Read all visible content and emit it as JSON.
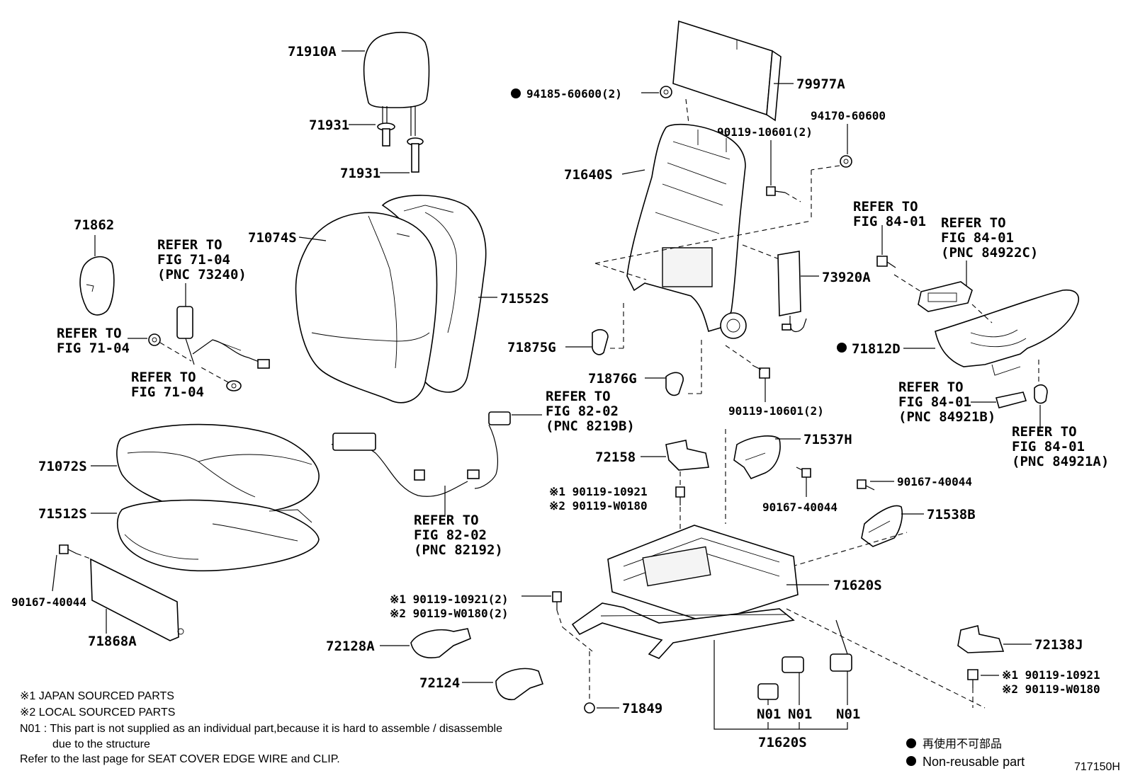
{
  "diagram_id": "717150H",
  "labels": {
    "p71910A": "71910A",
    "p71931a": "71931",
    "p71931b": "71931",
    "p71862": "71862",
    "p71074S": "71074S",
    "p71552S": "71552S",
    "p79977A": "79977A",
    "p94185": "94185-60600(2)",
    "p94170": "94170-60600",
    "p90119a": "90119-10601(2)",
    "p71640S": "71640S",
    "p73920A": "73920A",
    "p71875G": "71875G",
    "p71876G": "71876G",
    "p90119b": "90119-10601(2)",
    "p71812D": "71812D",
    "p71072S": "71072S",
    "p71512S": "71512S",
    "p90167a": "90167-40044",
    "p71868A": "71868A",
    "p72158": "72158",
    "p71537H": "71537H",
    "p90167b": "90167-40044",
    "p90167c": "90167-40044",
    "p71538B": "71538B",
    "p71620Sa": "71620S",
    "p71620Sb": "71620S",
    "p72128A": "72128A",
    "p72124": "72124",
    "p71849": "71849",
    "p72138J": "72138J",
    "pN01a": "N01",
    "pN01b": "N01",
    "pN01c": "N01"
  },
  "refs": {
    "r1": [
      "REFER TO",
      "FIG 71-04",
      "(PNC 73240)"
    ],
    "r2": [
      "REFER TO",
      "FIG 71-04"
    ],
    "r3": [
      "REFER TO",
      "FIG 71-04"
    ],
    "r4": [
      "REFER TO",
      "FIG 82-02",
      "(PNC 8219B)"
    ],
    "r5": [
      "REFER TO",
      "FIG 82-02",
      "(PNC 82192)"
    ],
    "r6": [
      "REFER TO",
      "FIG 84-01"
    ],
    "r7": [
      "REFER TO",
      "FIG 84-01",
      "(PNC 84922C)"
    ],
    "r8": [
      "REFER TO",
      "FIG 84-01",
      "(PNC 84921B)"
    ],
    "r9": [
      "REFER TO",
      "FIG 84-01",
      "(PNC 84921A)"
    ]
  },
  "sourced": {
    "s1a": [
      "※1 90119-10921",
      "※2 90119-W0180"
    ],
    "s1b": [
      "※1 90119-10921(2)",
      "※2 90119-W0180(2)"
    ],
    "s1c": [
      "※1 90119-10921",
      "※2 90119-W0180"
    ]
  },
  "notes": {
    "n1": "※1 JAPAN SOURCED PARTS",
    "n2": "※2 LOCAL SOURCED PARTS",
    "n3": "N01 : This part is not supplied as an individual part,because it is hard to assemble / disassemble",
    "n4": "due to the structure",
    "n5": "Refer to the last page for SEAT COVER EDGE WIRE and CLIP."
  },
  "legend": {
    "jp": "再使用不可部品",
    "en": "Non-reusable part"
  }
}
